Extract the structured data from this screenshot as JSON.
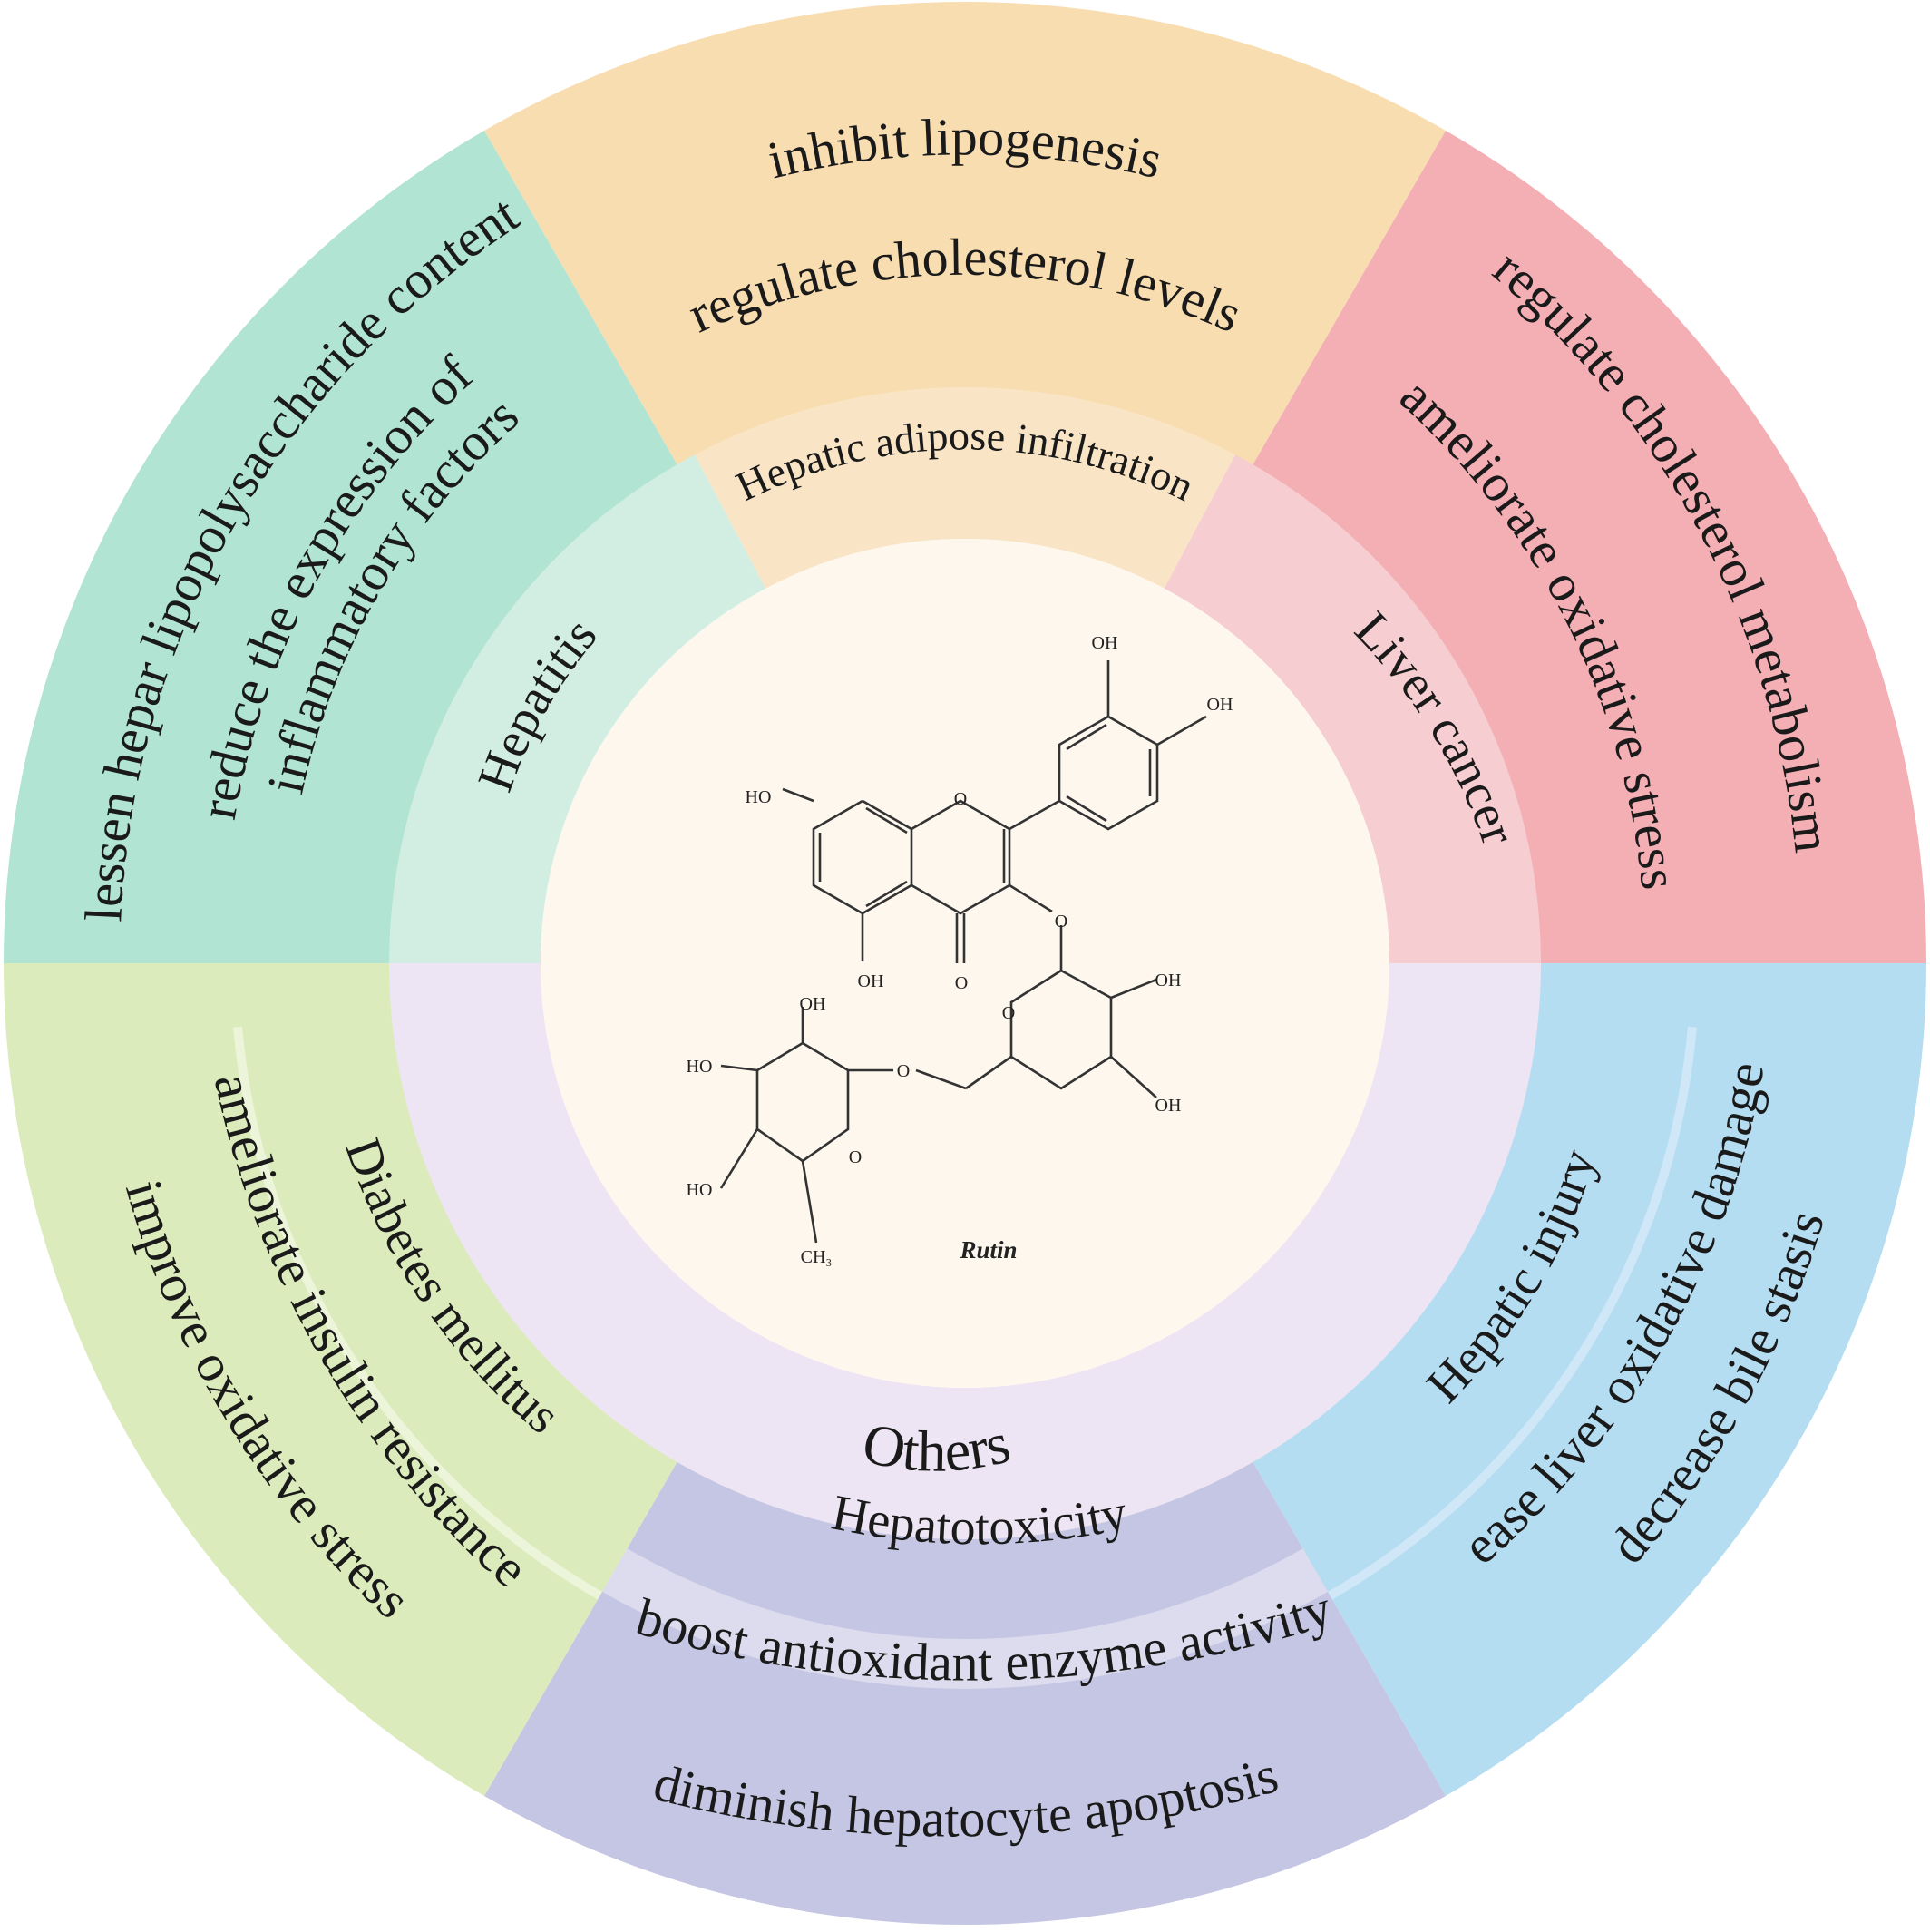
{
  "title": "",
  "center": {
    "compound_name": "Rutin",
    "atom_labels": {
      "oh": "OH",
      "ho": "HO",
      "o": "O",
      "ch3": "CH₃"
    }
  },
  "categories": [
    {
      "id": "hepatic-adipose",
      "label": "Hepatic adipose infiltration",
      "outer_color": "#f8ddb0",
      "inner_color": "#f9e5c6",
      "effects": [
        "inhibit  lipogenesis",
        "regulate cholesterol levels"
      ]
    },
    {
      "id": "liver-cancer",
      "label": "Liver cancer",
      "outer_color": "#f4afb4",
      "inner_color": "#f6cdd1",
      "effects": [
        "regulate cholesterol metabolism",
        "ameliorate oxidative stress"
      ]
    },
    {
      "id": "hepatic-injury",
      "label": "Hepatic injury",
      "outer_color": "#b5ddf2",
      "inner_color": "#cfe7f6",
      "effects": [
        "ease liver oxidative damage",
        "decrease bile stasis"
      ]
    },
    {
      "id": "hepatotoxicity",
      "label": "Hepatotoxicity",
      "outer_color": "#c4c6e3",
      "inner_color": "#dcdcee",
      "effects": [
        "boost antioxidant enzyme activity",
        "diminish hepatocyte apoptosis"
      ]
    },
    {
      "id": "diabetes",
      "label": "Diabetes mellitus",
      "outer_color": "#dcebbc",
      "inner_color": "#ecf4da",
      "effects": [
        "ameliorate insulin resistance",
        "improve oxidative stress"
      ]
    },
    {
      "id": "hepatitis",
      "label": "Hepatitis",
      "outer_color": "#b1e4d2",
      "inner_color": "#d2eee3",
      "effects": [
        "lessen hepar lipopolysaccharide content",
        "reduce the expression of",
        "inflammatory  factors"
      ]
    }
  ],
  "others": {
    "label": "Others",
    "color": "#ede5f3"
  },
  "center_color": "#fdf7ee"
}
